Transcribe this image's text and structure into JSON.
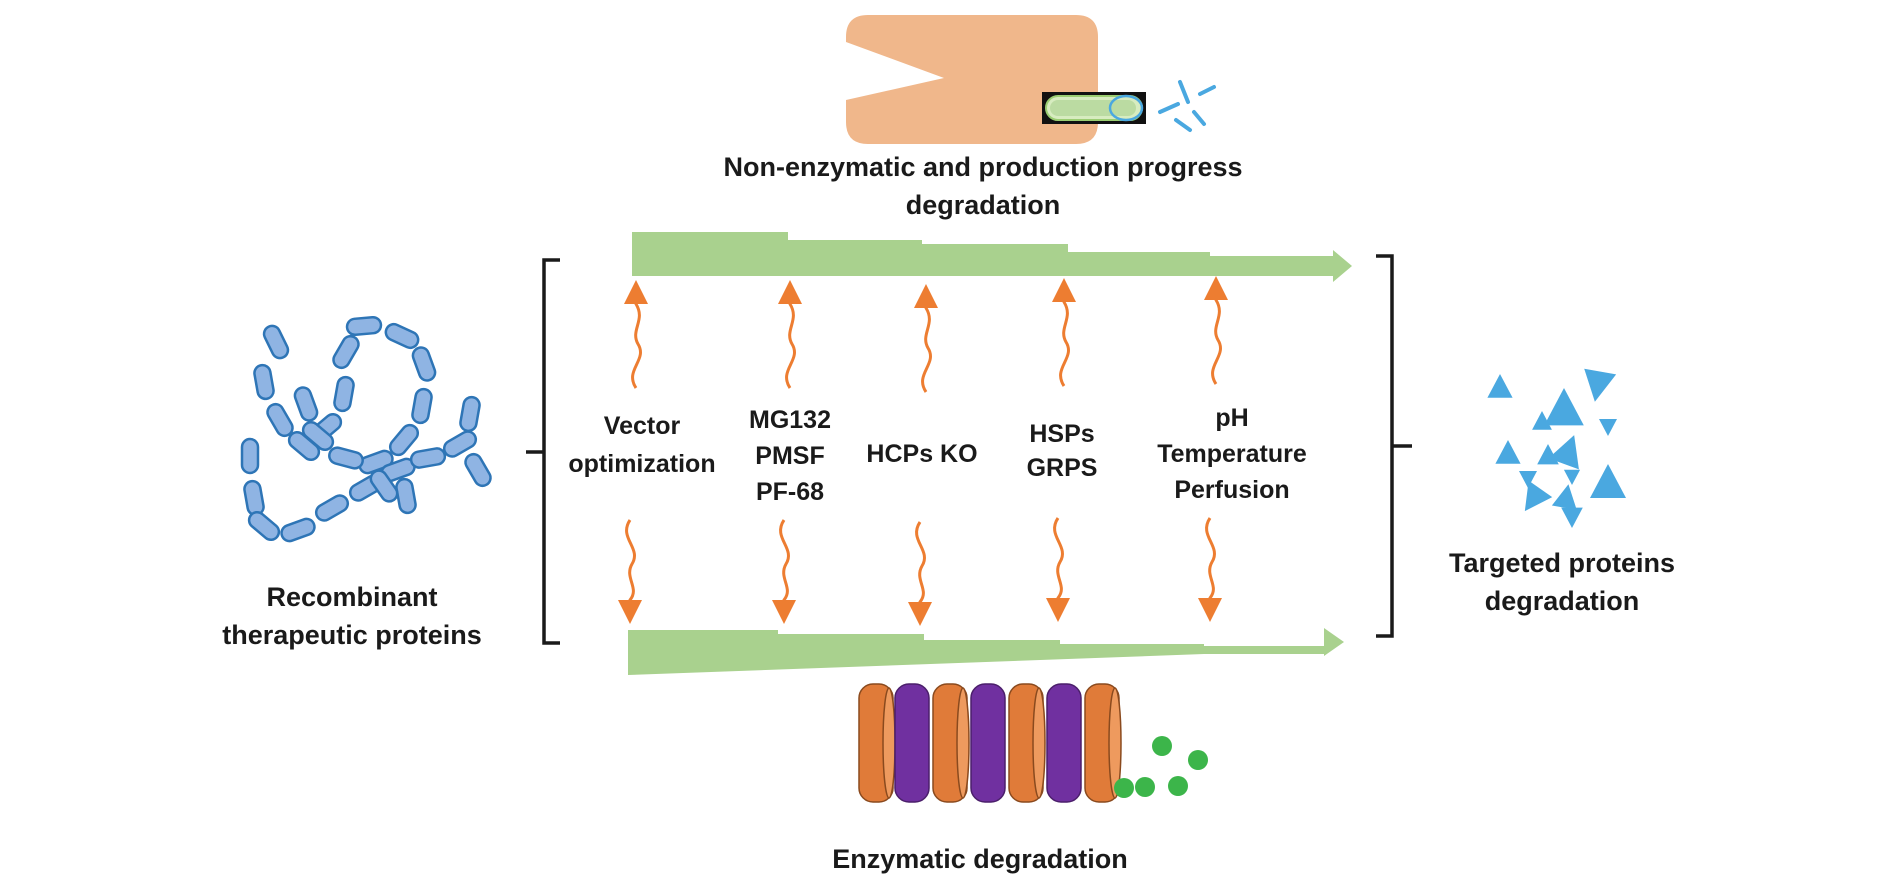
{
  "top_label": {
    "line1": "Non-enzymatic and production progress",
    "line2": "degradation"
  },
  "left_label": {
    "line1": "Recombinant",
    "line2": "therapeutic proteins"
  },
  "right_label": {
    "line1": "Targeted proteins",
    "line2": "degradation"
  },
  "bottom_label": "Enzymatic degradation",
  "strategies": [
    {
      "lines": [
        "Vector",
        "optimization"
      ]
    },
    {
      "lines": [
        "MG132",
        "PMSF",
        "PF-68"
      ]
    },
    {
      "lines": [
        "HCPs KO"
      ]
    },
    {
      "lines": [
        "HSPs",
        "GRPS"
      ]
    },
    {
      "lines": [
        "pH",
        "Temperature",
        "Perfusion"
      ]
    }
  ],
  "colors": {
    "text": "#1a1a1a",
    "green_arrow": "#a9d18e",
    "orange_arrow": "#ed7d31",
    "protein_fill": "#8fb4e3",
    "protein_stroke": "#2e75b6",
    "machine_fill": "#f0b78b",
    "fragment": "#4aa8e0",
    "proteasome_orange": "#e07b39",
    "proteasome_purple": "#7030a0",
    "peptide_green": "#3cb54a"
  }
}
